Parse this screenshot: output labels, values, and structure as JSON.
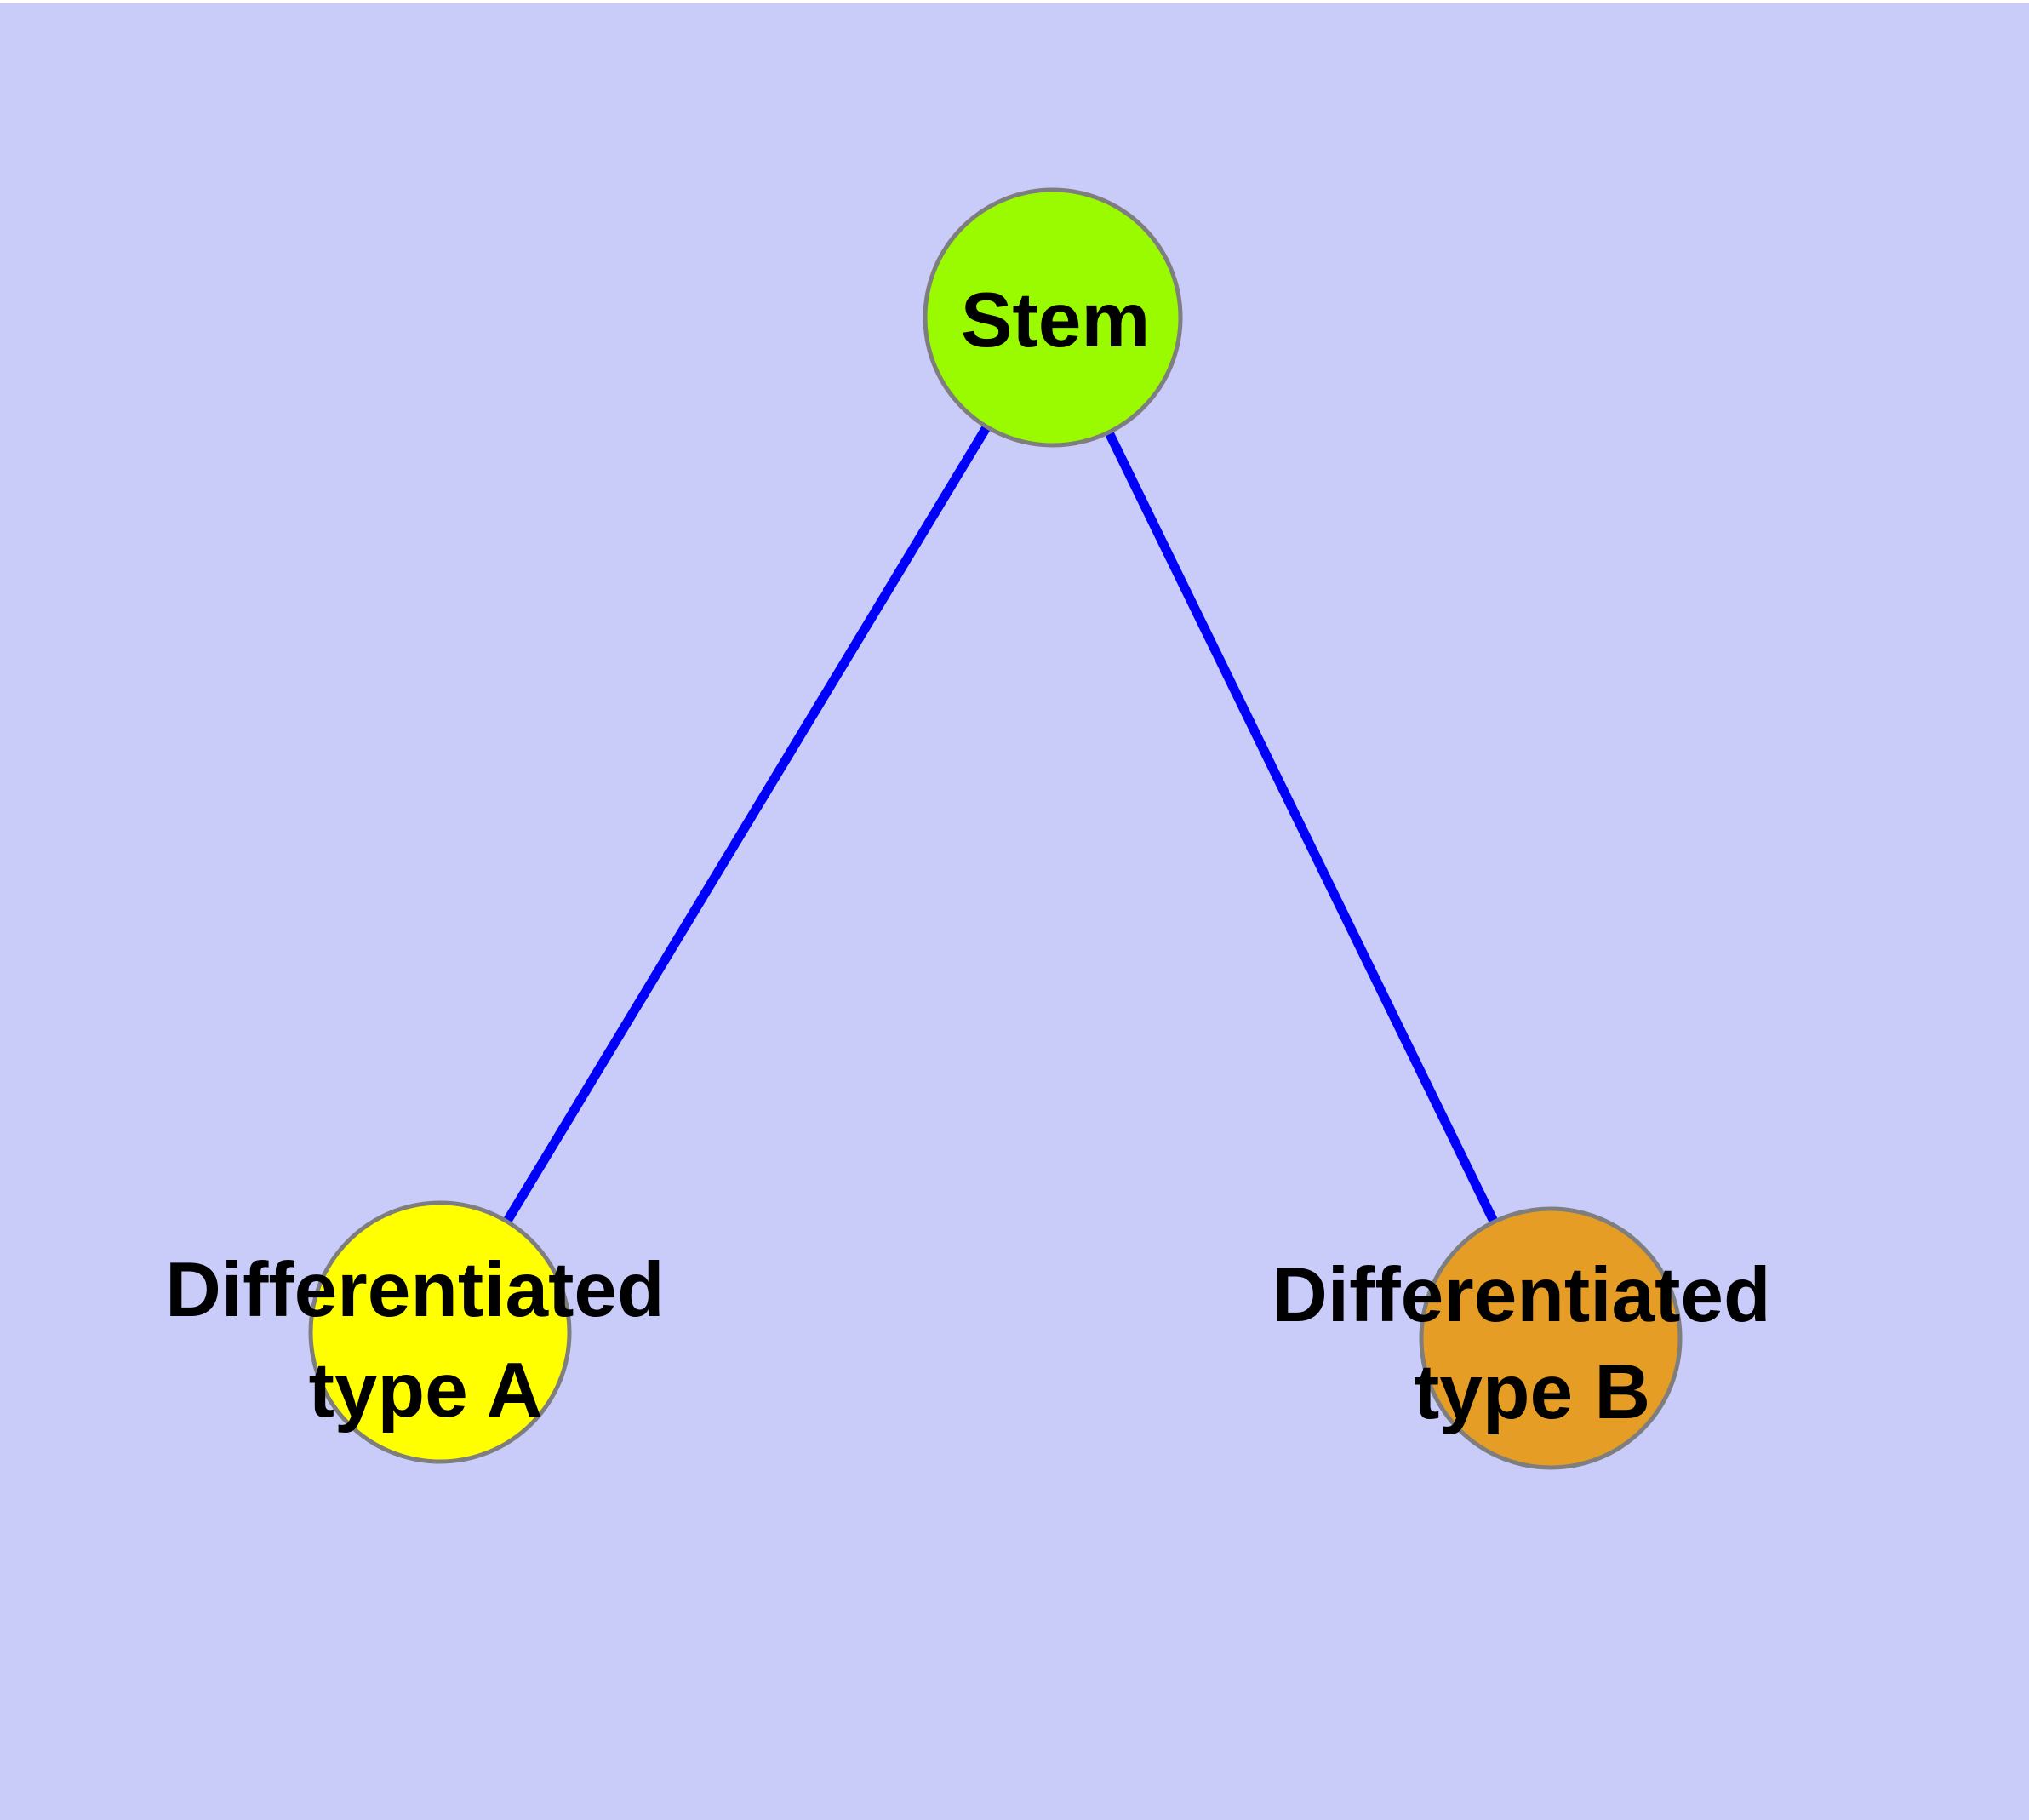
{
  "diagram": {
    "title": "Stem cell differentiation graph",
    "background_color": "#C9CBF8",
    "top_strip_color": "#FFFFFF",
    "edge_color": "#0101FA",
    "node_border_color": "#7E7E7E",
    "label_color": "#000000",
    "nodes": [
      {
        "id": "stem",
        "label": "Stem",
        "lines": [
          "Stem"
        ],
        "fill": "#9AFA00"
      },
      {
        "id": "differentiated-type-a",
        "label": "Differentiated type A",
        "lines": [
          "Differentiated",
          "type A"
        ],
        "fill": "#FFFF00"
      },
      {
        "id": "differentiated-type-b",
        "label": "Differentiated type B",
        "lines": [
          "Differentiated",
          "type B"
        ],
        "fill": "#E59D25"
      }
    ],
    "edges": [
      {
        "from": "Stem",
        "to": "Differentiated type A"
      },
      {
        "from": "Stem",
        "to": "Differentiated type B"
      }
    ]
  }
}
